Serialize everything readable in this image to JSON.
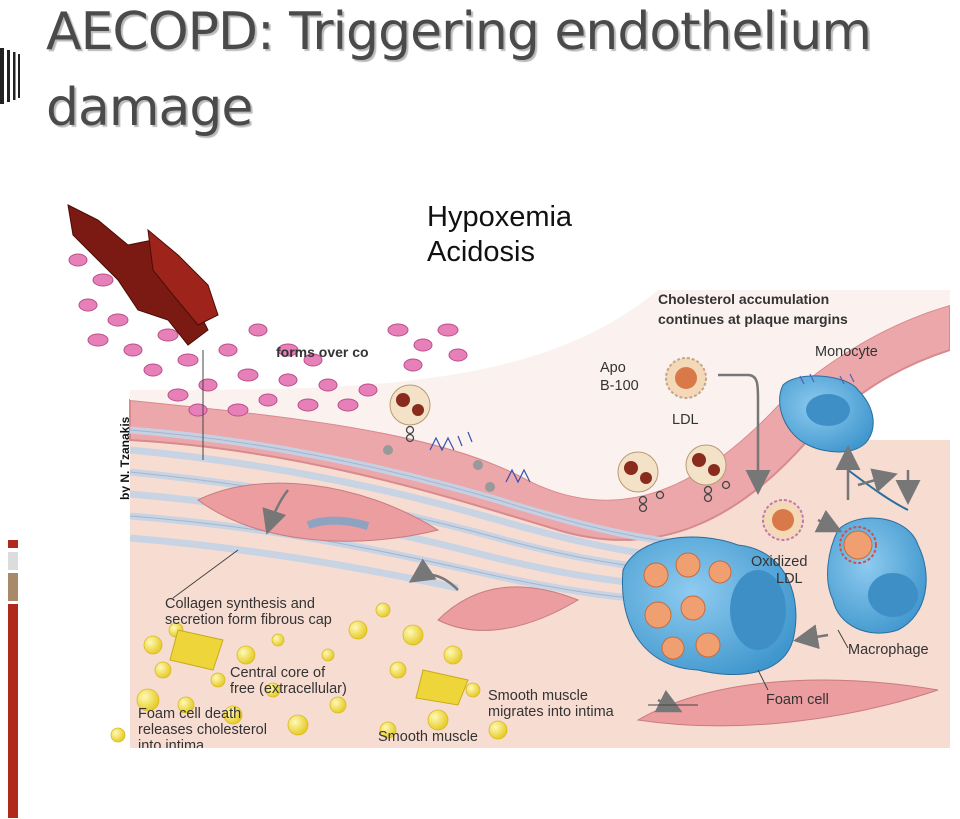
{
  "slide": {
    "title": "AECOPD: Triggering endothelium damage",
    "credit": "by N. Tzanakis"
  },
  "note": {
    "line1": "Hypoxemia",
    "line2": "Acidosis"
  },
  "diagram": {
    "labels": {
      "cholesterol_1": "Cholesterol accumulation",
      "cholesterol_2": "continues at plaque margins",
      "apo_1": "Apo",
      "apo_2": "B-100",
      "ldl": "LDL",
      "monocyte": "Monocyte",
      "forms_over": "forms over co",
      "oxidized_1": "Oxidized",
      "oxidized_2": "LDL",
      "macrophage": "Macrophage",
      "foam_cell": "Foam cell",
      "collagen_1": "Collagen synthesis and",
      "collagen_2": "secretion form fibrous cap",
      "core_1": "Central core of",
      "core_2": "free (extracellular)",
      "foam_death_1": "Foam cell death",
      "foam_death_2": "releases cholesterol",
      "foam_death_3": "into intima",
      "smooth_migrates_1": "Smooth muscle",
      "smooth_migrates_2": "migrates into intima",
      "smooth_muscle": "Smooth muscle"
    }
  },
  "colors": {
    "accent": "#b02a1c",
    "title": "#4a4a4a",
    "endothelium": "#e9a3a6",
    "macrophage": "#57a9dc",
    "lipid": "#f1e04a",
    "rbc": "#e77fb8"
  }
}
